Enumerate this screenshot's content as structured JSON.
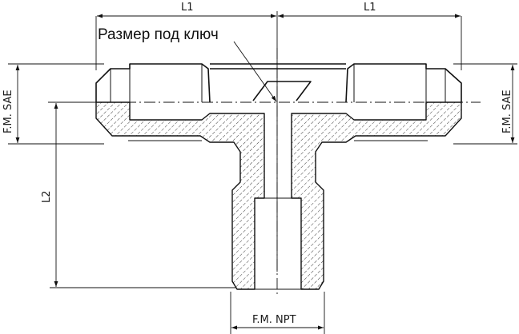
{
  "labels": {
    "callout": "Размер под ключ",
    "dim_top_left": "L1",
    "dim_top_right": "L1",
    "dim_left_vertical": "L2",
    "port_left": "F.M. SAE",
    "port_right": "F.M. SAE",
    "port_bottom": "F.M. NPT"
  },
  "colors": {
    "line": "#111111",
    "background": "#ffffff"
  }
}
